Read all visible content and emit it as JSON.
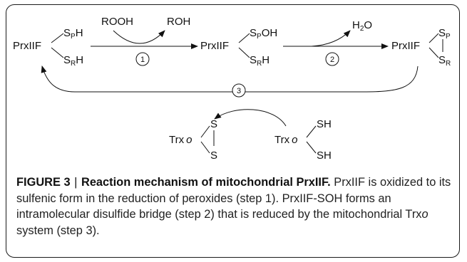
{
  "diagram": {
    "nodes": {
      "reduced": {
        "protein": "PrxIIF",
        "top": {
          "base": "S",
          "sub": "P",
          "tail": "H"
        },
        "bottom": {
          "base": "S",
          "sub": "R",
          "tail": "H"
        }
      },
      "sulfenic": {
        "protein": "PrxIIF",
        "top": {
          "base": "S",
          "sub": "P",
          "tail": "OH"
        },
        "bottom": {
          "base": "S",
          "sub": "R",
          "tail": "H"
        }
      },
      "disulfide": {
        "protein": "PrxIIF",
        "top": {
          "base": "S",
          "sub": "P"
        },
        "bottom": {
          "base": "S",
          "sub": "R"
        }
      },
      "trx_oxidized": {
        "name": "Trx",
        "suffix": "o",
        "top": "S",
        "bottom": "S"
      },
      "trx_reduced": {
        "name": "Trx",
        "suffix": "o",
        "top": "SH",
        "bottom": "SH"
      }
    },
    "reagents": {
      "rooh": "ROOH",
      "roh": "ROH",
      "water": {
        "base": "H",
        "sub": "2",
        "tail": "O"
      }
    },
    "steps": [
      "1",
      "2",
      "3"
    ],
    "colors": {
      "ink": "#111111",
      "frame": "#1a1a1a"
    }
  },
  "caption": {
    "label": "FIGURE 3",
    "separator": "|",
    "title": "Reaction mechanism of mitochondrial PrxIIF.",
    "text_part1": "PrxIIF is oxidized to its sulfenic form in the reduction of peroxides (step 1). PrxIIF-SOH forms an intramolecular disulfide bridge (step 2) that is reduced by the mitochondrial Trx",
    "text_italic": "o",
    "text_part2": " system (step 3)."
  }
}
